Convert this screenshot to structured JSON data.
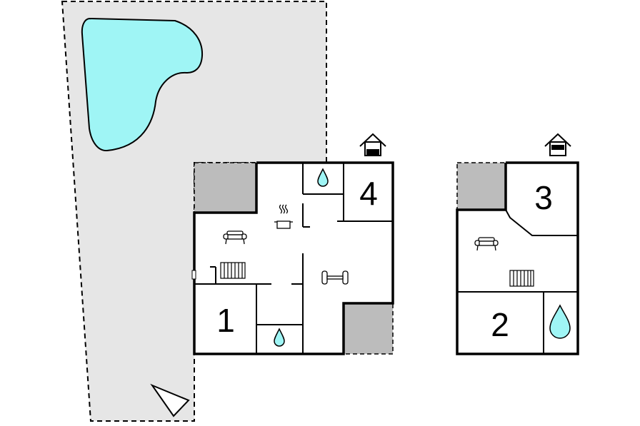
{
  "colors": {
    "plot": "#e6e6e6",
    "terrace": "#bcbcbc",
    "pool": "#9ff5f5",
    "wall": "#000000",
    "floor": "#ffffff"
  },
  "rooms": {
    "bedroom_1": "1",
    "bedroom_2": "2",
    "bedroom_3": "3",
    "bedroom_4": "4"
  },
  "icons": {
    "ground_floor": [
      "house-level-ground-icon",
      "sofa-icon",
      "kitchen-icon",
      "radiator-icon",
      "fitness-icon",
      "bathroom-icon",
      "bathroom-icon"
    ],
    "upper_floor": [
      "house-level-upper-icon",
      "sofa-icon",
      "radiator-icon",
      "bathroom-icon"
    ],
    "site": [
      "pool-icon",
      "north-arrow-icon"
    ]
  }
}
